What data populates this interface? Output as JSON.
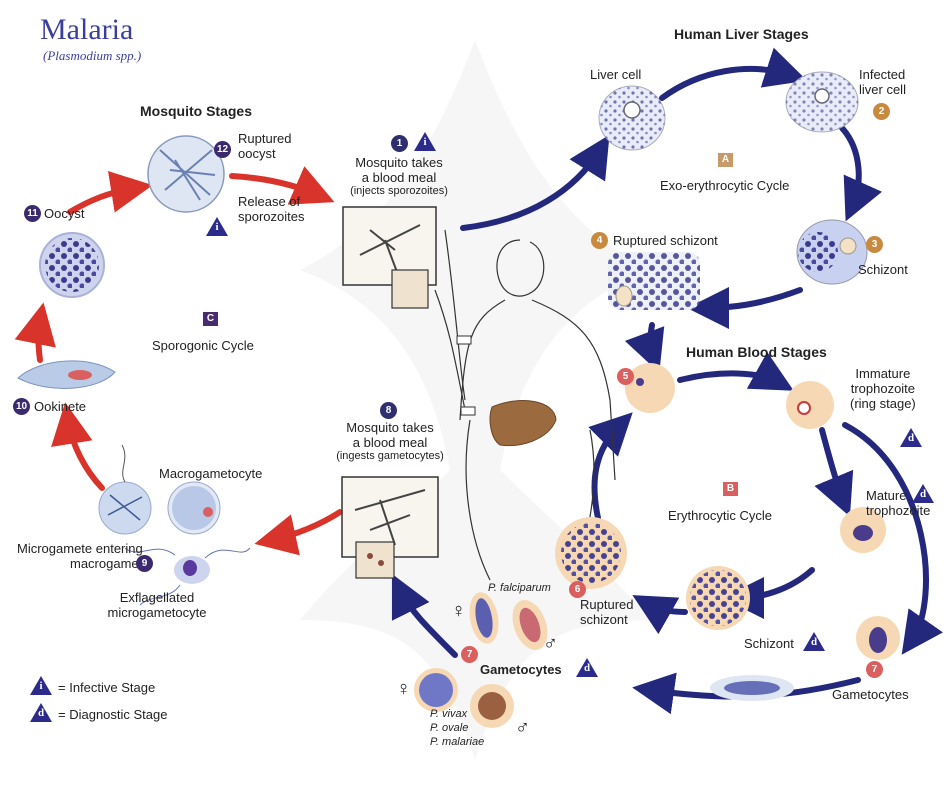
{
  "title": "Malaria",
  "subtitle": "(Plasmodium spp.)",
  "sections": {
    "mosquito": "Mosquito Stages",
    "liver": "Human Liver Stages",
    "blood": "Human Blood Stages"
  },
  "cycles": {
    "A": "A",
    "A_label": "Exo-erythrocytic Cycle",
    "B": "B",
    "B_label": "Erythrocytic Cycle",
    "C": "C",
    "C_label": "Sporogonic Cycle"
  },
  "steps": {
    "s1_num": "1",
    "s1_l1": "Mosquito takes",
    "s1_l2": "a blood meal",
    "s1_l3": "(injects sporozoites)",
    "s2_num": "2",
    "s2_l1": "Infected",
    "s2_l2": "liver cell",
    "s3_num": "3",
    "s3_label": "Schizont",
    "s4_num": "4",
    "s4_label": "Ruptured schizont",
    "s5_num": "5",
    "s6_num": "6",
    "s6_l1": "Ruptured",
    "s6_l2": "schizont",
    "s7_num": "7",
    "s7_label": "Gametocytes",
    "s7b_num": "7",
    "s7b_label": "Gametocytes",
    "s8_num": "8",
    "s8_l1": "Mosquito takes",
    "s8_l2": "a blood meal",
    "s8_l3": "(ingests gametocytes)",
    "s9_num": "9",
    "s9_l1": "Microgamete entering",
    "s9_l2": "macrogamete",
    "s10_num": "10",
    "s10_label": "Ookinete",
    "s11_num": "11",
    "s11_label": "Oocyst",
    "s12_num": "12",
    "s12_l1": "Ruptured",
    "s12_l2": "oocyst"
  },
  "labels": {
    "liver_cell": "Liver cell",
    "release_l1": "Release of",
    "release_l2": "sporozoites",
    "immature_l1": "Immature",
    "immature_l2": "trophozoite",
    "immature_l3": "(ring stage)",
    "mature_l1": "Mature",
    "mature_l2": "trophozoite",
    "schizont_blood": "Schizont",
    "macrogametocyte": "Macrogametocyte",
    "exflag_l1": "Exflagellated",
    "exflag_l2": "microgametocyte",
    "p_falciparum": "P. falciparum",
    "p_vivax": "P. vivax",
    "p_ovale": "P. ovale",
    "p_malariae": "P. malariae",
    "female_symbol": "♀",
    "male_symbol": "♂"
  },
  "markers": {
    "infective": "i",
    "diagnostic": "d"
  },
  "legend": {
    "infective_text": "= Infective Stage",
    "diagnostic_text": "= Diagnostic Stage"
  },
  "colors": {
    "blue_arrow": "#23287d",
    "red_arrow": "#d9342b",
    "title_blue": "#3b3f9a",
    "cell_peach": "#f6d9b4",
    "parasite_purple": "#4a3c8c",
    "liver_brown": "#9c6a3f"
  }
}
